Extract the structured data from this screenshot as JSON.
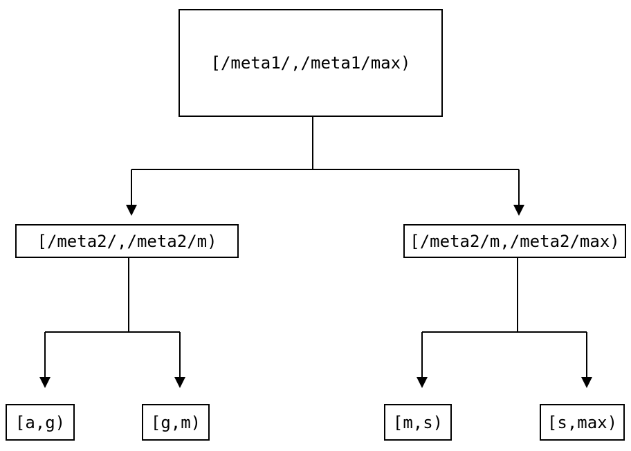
{
  "diagram": {
    "type": "tree",
    "background_color": "#ffffff",
    "line_color": "#000000",
    "text_color": "#000000",
    "nodes": {
      "root": {
        "label": "[/meta1/,/meta1/max)"
      },
      "left": {
        "label": "[/meta2/,/meta2/m)"
      },
      "right": {
        "label": "[/meta2/m,/meta2/max)"
      },
      "leaf_ag": {
        "label": "[a,g)"
      },
      "leaf_gm": {
        "label": "[g,m)"
      },
      "leaf_ms": {
        "label": "[m,s)"
      },
      "leaf_smax": {
        "label": "[s,max)"
      }
    },
    "edges": [
      {
        "from": "root",
        "to": "left"
      },
      {
        "from": "root",
        "to": "right"
      },
      {
        "from": "left",
        "to": "leaf_ag"
      },
      {
        "from": "left",
        "to": "leaf_gm"
      },
      {
        "from": "right",
        "to": "leaf_ms"
      },
      {
        "from": "right",
        "to": "leaf_smax"
      }
    ]
  }
}
